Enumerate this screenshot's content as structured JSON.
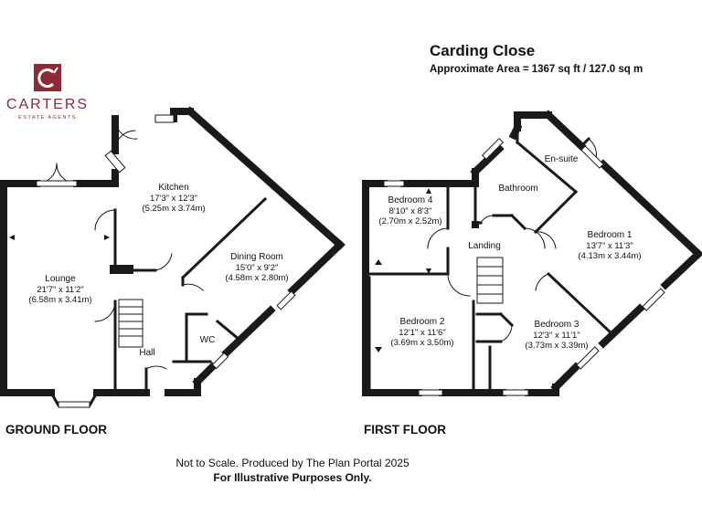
{
  "header": {
    "title": "Carding Close",
    "area": "Approximate Area = 1367 sq ft / 127.0 sq m"
  },
  "logo": {
    "icon": "carters-c-monogram-icon",
    "name": "CARTERS",
    "tagline": "ESTATE AGENTS",
    "color": "#8b2b35"
  },
  "ground_floor": {
    "label": "GROUND FLOOR",
    "rooms": [
      {
        "name": "Kitchen",
        "dims_imperial": "17'3\" x 12'3\"",
        "dims_metric": "(5.25m x 3.74m)"
      },
      {
        "name": "Dining Room",
        "dims_imperial": "15'0\" x 9'2\"",
        "dims_metric": "(4.58m x 2.80m)"
      },
      {
        "name": "Lounge",
        "dims_imperial": "21'7\" x 11'2\"",
        "dims_metric": "(6.58m x 3.41m)"
      },
      {
        "name": "Hall"
      },
      {
        "name": "WC"
      }
    ]
  },
  "first_floor": {
    "label": "FIRST FLOOR",
    "rooms": [
      {
        "name": "Bedroom 4",
        "dims_imperial": "8'10\" x 8'3\"",
        "dims_metric": "(2.70m x 2.52m)"
      },
      {
        "name": "Bathroom"
      },
      {
        "name": "En-suite"
      },
      {
        "name": "Bedroom 1",
        "dims_imperial": "13'7\" x 11'3\"",
        "dims_metric": "(4.13m x 3.44m)"
      },
      {
        "name": "Landing"
      },
      {
        "name": "Bedroom 2",
        "dims_imperial": "12'1\" x 11'6\"",
        "dims_metric": "(3.69m x 3.50m)"
      },
      {
        "name": "Bedroom 3",
        "dims_imperial": "12'3\" x 11'1\"",
        "dims_metric": "(3.73m x 3.39m)"
      }
    ]
  },
  "footer": {
    "note": "Not to Scale. Produced by The Plan Portal 2025",
    "disclaimer": "For Illustrative Purposes Only."
  },
  "colors": {
    "wall": "#1a1a1a",
    "window": "#ffffff",
    "brand": "#8b2b35"
  }
}
